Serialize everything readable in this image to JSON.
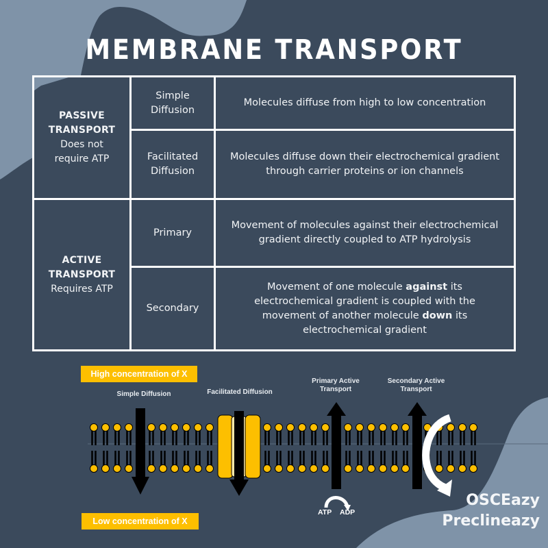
{
  "title": "MEMBRANE TRANSPORT",
  "colors": {
    "background": "#3b4a5c",
    "wave": "#7f93a8",
    "accent_yellow": "#fdbf00",
    "border": "#ffffff",
    "arrow": "#000000"
  },
  "table": {
    "groups": [
      {
        "title_line1": "PASSIVE",
        "title_line2": "TRANSPORT",
        "subtitle_line1": "Does not",
        "subtitle_line2": "require ATP",
        "rows": [
          {
            "type_line1": "Simple",
            "type_line2": "Diffusion",
            "description": "Molecules diffuse from high to low concentration"
          },
          {
            "type_line1": "Facilitated",
            "type_line2": "Diffusion",
            "description": "Molecules diffuse down their electrochemical gradient through carrier proteins or ion channels"
          }
        ]
      },
      {
        "title_line1": "ACTIVE",
        "title_line2": "TRANSPORT",
        "subtitle_line1": "Requires ATP",
        "rows": [
          {
            "type_line1": "Primary",
            "description": "Movement of molecules against their electrochemical gradient directly coupled to ATP hydrolysis"
          },
          {
            "type_line1": "Secondary",
            "description_parts": {
              "p1": "Movement of one molecule ",
              "b1": "against",
              "p2": " its electrochemical gradient is coupled with the movement of another molecule ",
              "b2": "down",
              "p3": " its electrochemical gradient"
            }
          }
        ]
      }
    ]
  },
  "diagram": {
    "high_label": "High concentration of X",
    "low_label": "Low concentration of X",
    "processes": {
      "simple": "Simple Diffusion",
      "facilitated": "Facilitated Diffusion",
      "primary_line1": "Primary Active",
      "primary_line2": "Transport",
      "secondary_line1": "Secondary Active",
      "secondary_line2": "Transport"
    },
    "atp": "ATP",
    "adp": "ADP"
  },
  "brand": {
    "line1": "OSCEazy",
    "line2": "Preclineazy"
  }
}
